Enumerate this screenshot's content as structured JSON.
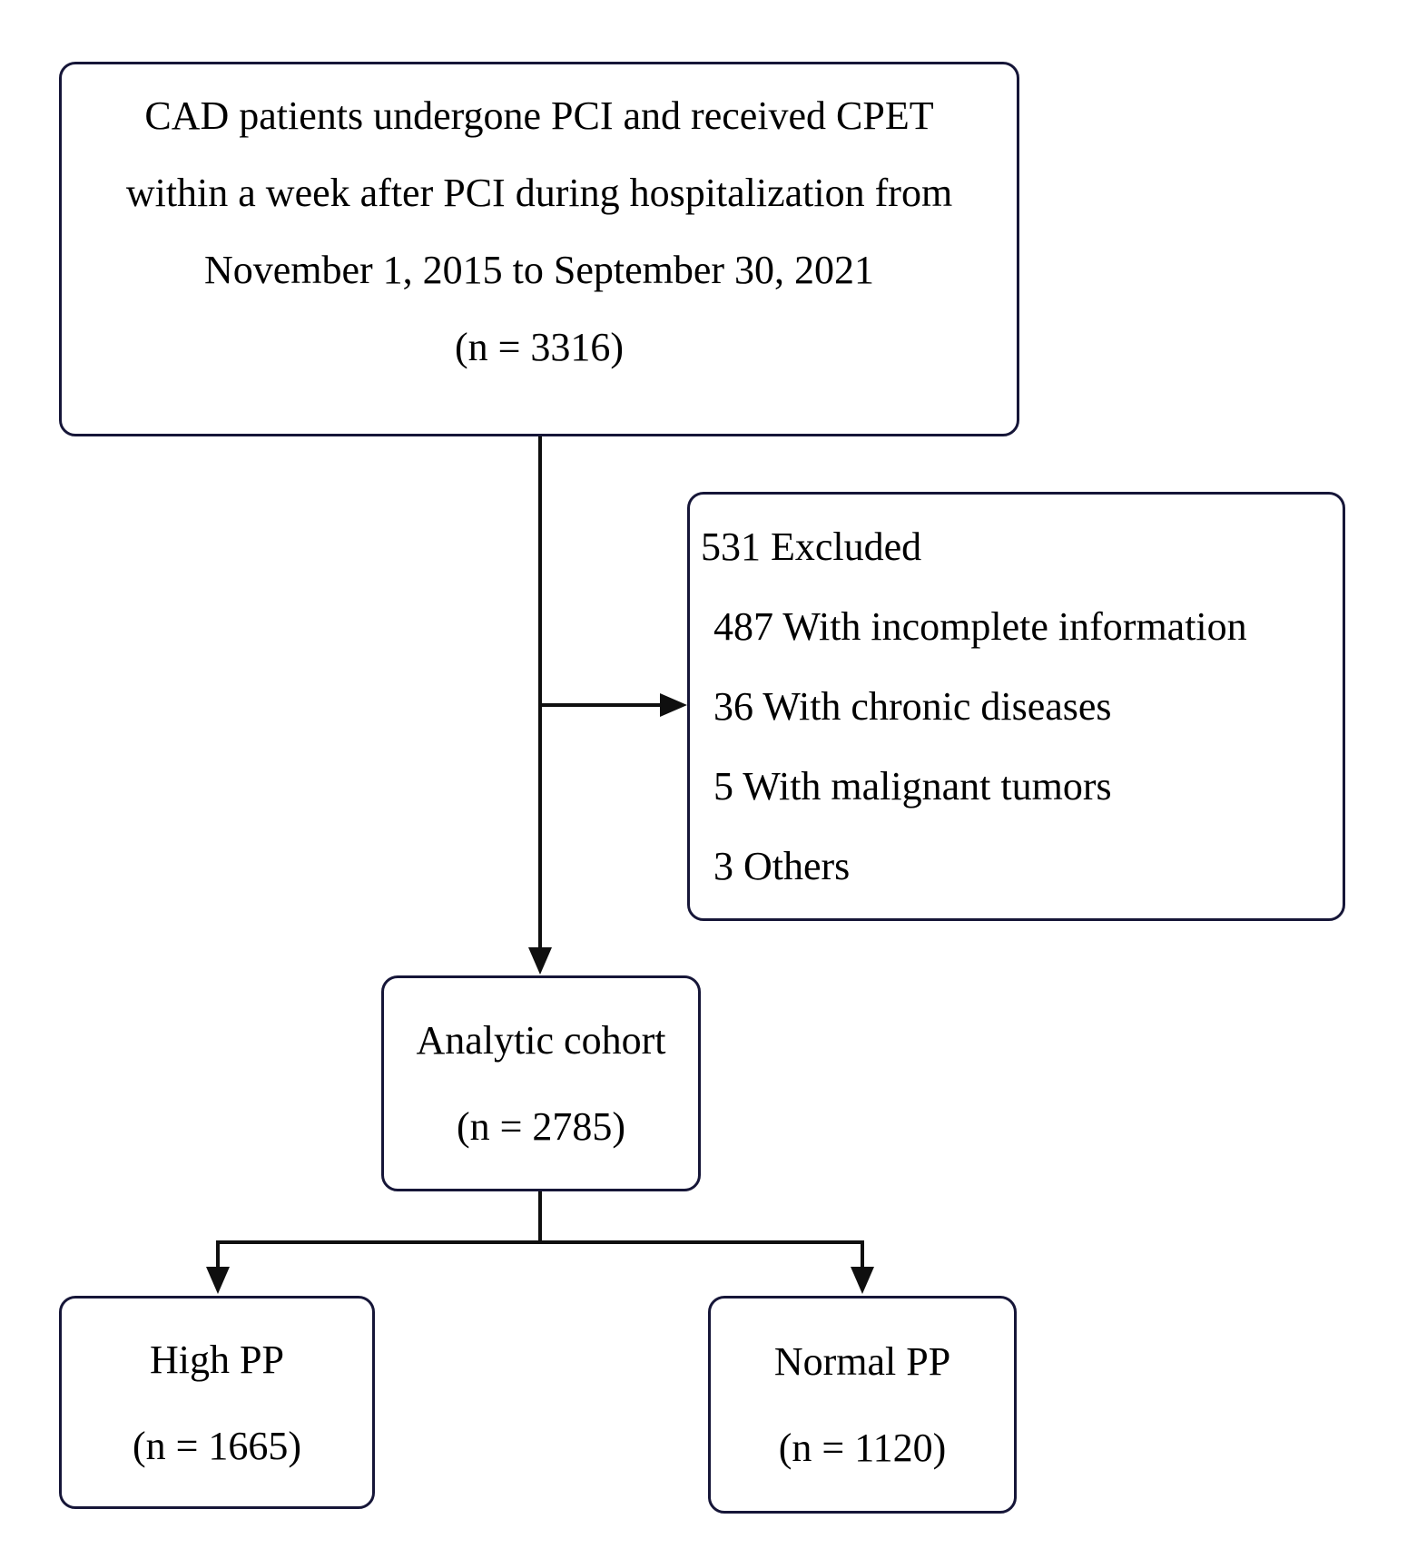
{
  "figure": {
    "background_color": "#ffffff",
    "box_border_color": "#161638",
    "connector_color": "#0f0f0f",
    "enrollment_box": {
      "lines": [
        "CAD patients undergone PCI and received CPET",
        "within a week after PCI during hospitalization from",
        "November 1, 2015 to September 30, 2021",
        "(n = 3316)"
      ]
    },
    "excluded_box": {
      "header": "531 Excluded",
      "items": [
        "487 With incomplete information",
        "36 With chronic diseases",
        "5 With malignant tumors",
        "3 Others"
      ]
    },
    "analytic_box": {
      "label": "Analytic cohort",
      "count": "(n = 2785)"
    },
    "high_pp_box": {
      "label": "High PP",
      "count": "(n = 1665)"
    },
    "normal_pp_box": {
      "label": "Normal PP",
      "count": "(n = 1120)"
    }
  }
}
